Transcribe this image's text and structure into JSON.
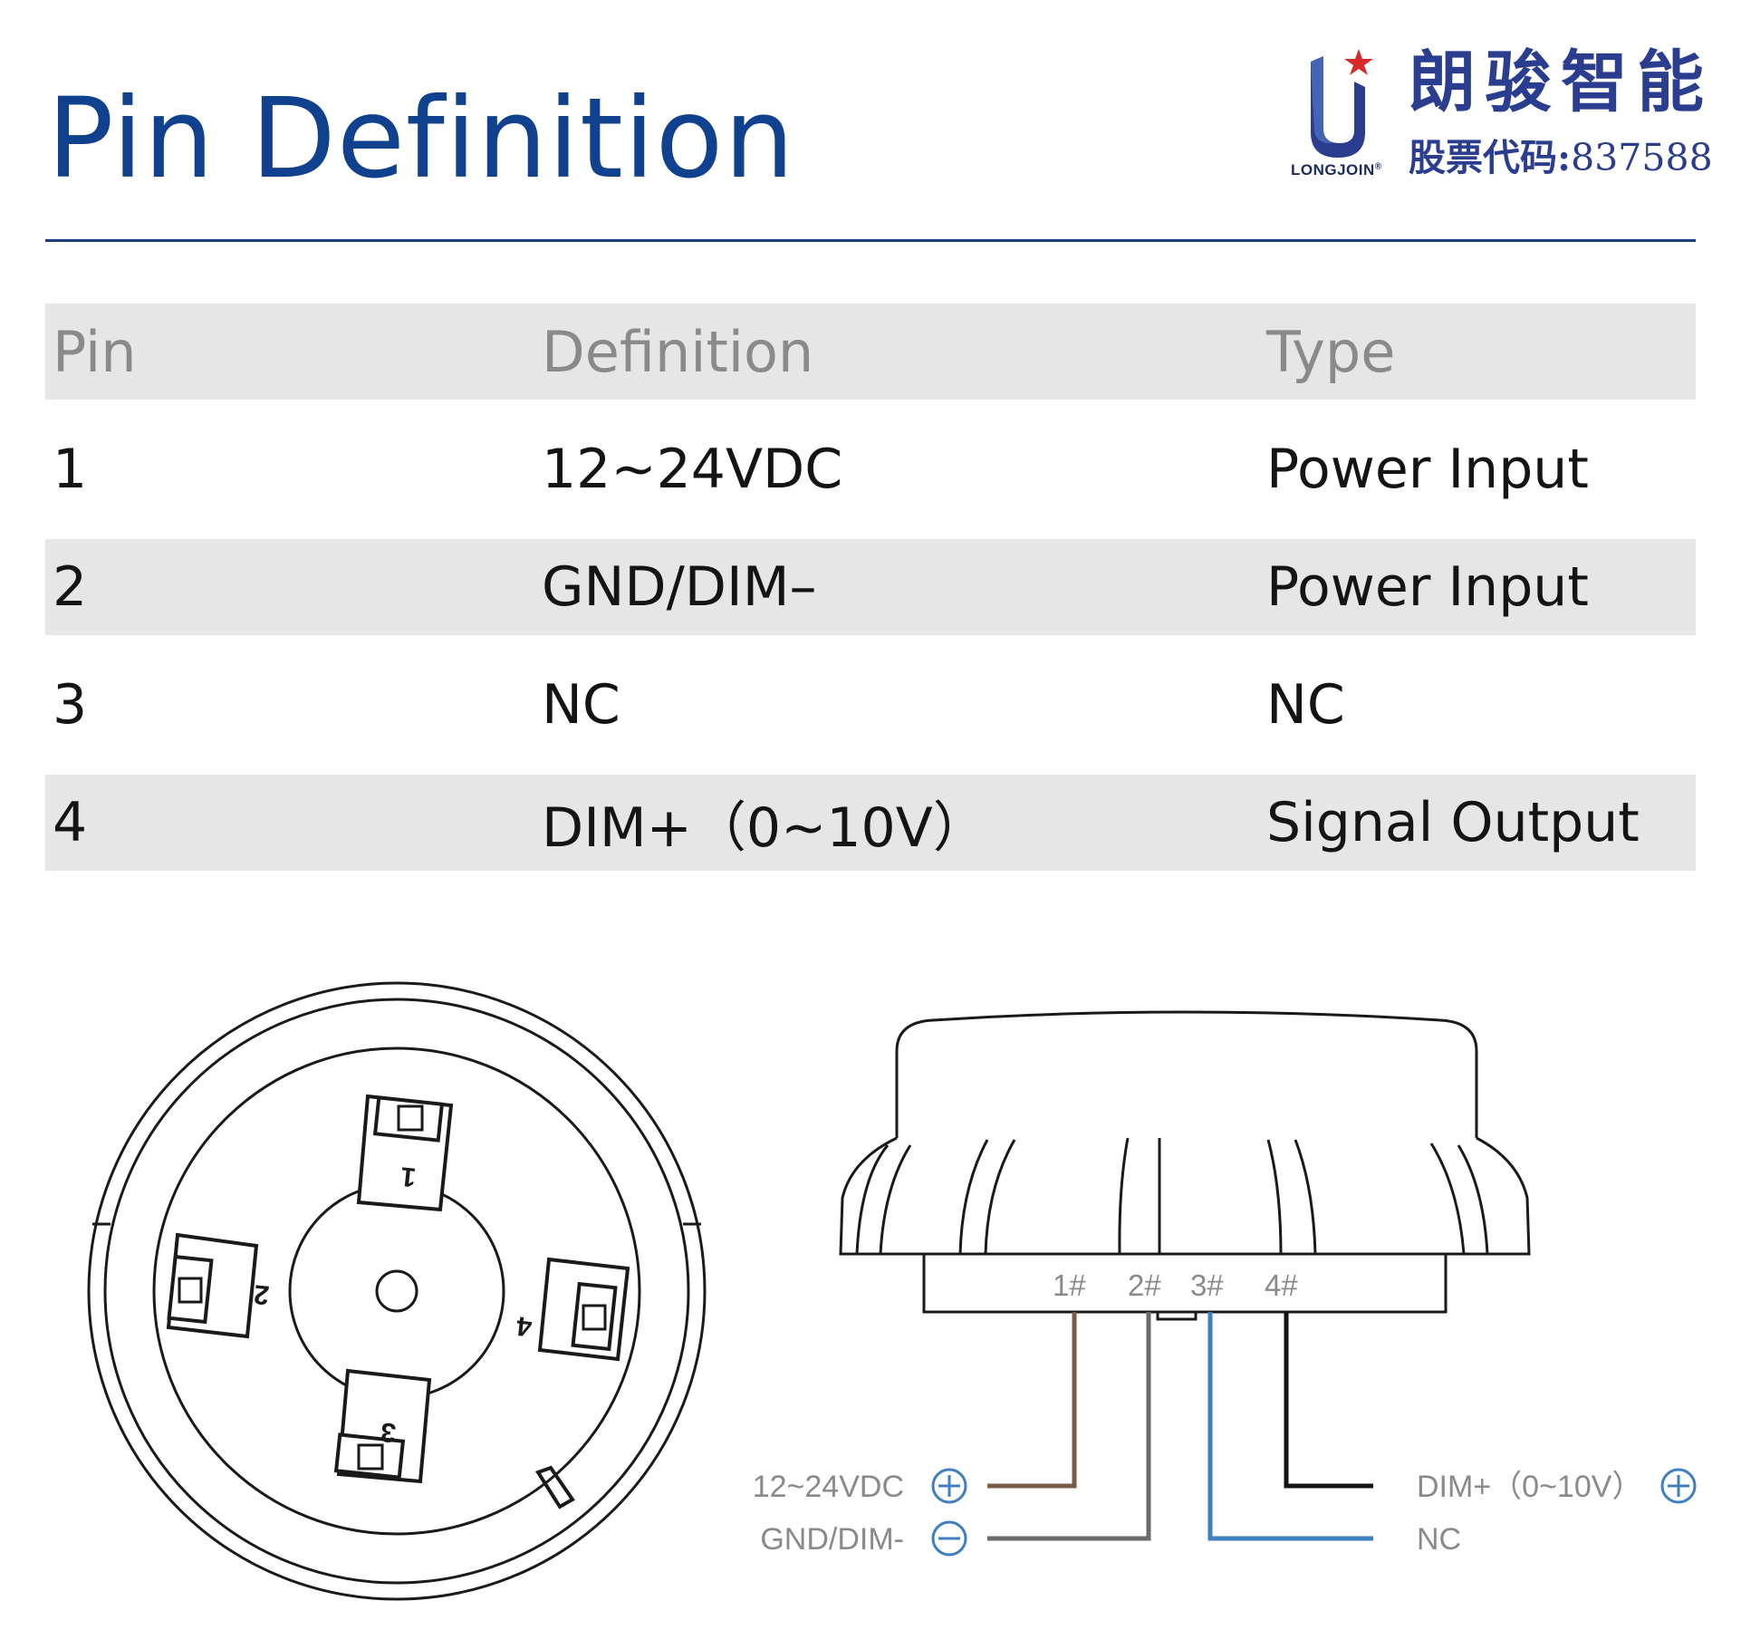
{
  "header": {
    "title": "Pin Definition",
    "logo": {
      "brand_en": "LONGJOIN",
      "registered_mark": "®",
      "brand_cn": "朗骏智能",
      "stock_label": "股票代码:",
      "stock_code": "837588",
      "icon": "longjoin-u-star-logo-icon"
    }
  },
  "table": {
    "columns": [
      "Pin",
      "Definition",
      "Type"
    ],
    "rows": [
      {
        "pin": "1",
        "definition": "12~24VDC",
        "type": "Power Input"
      },
      {
        "pin": "2",
        "definition": "GND/DIM–",
        "type": "Power Input"
      },
      {
        "pin": "3",
        "definition": "NC",
        "type": "NC"
      },
      {
        "pin": "4",
        "definition": "DIM+（0~10V）",
        "type": "Signal Output"
      }
    ]
  },
  "bottom_view": {
    "pad_labels": [
      "1",
      "2",
      "3",
      "4"
    ]
  },
  "side_view": {
    "terminal_labels": [
      "1#",
      "2#",
      "3#",
      "4#"
    ],
    "wires": [
      {
        "label": "12~24VDC",
        "symbol": "plus-icon",
        "color": "#7a5c44"
      },
      {
        "label": "GND/DIM-",
        "symbol": "minus-icon",
        "color": "#6b6b6b"
      },
      {
        "label": "DIM+（0~10V）",
        "symbol": "plus-icon",
        "color": "#141414"
      },
      {
        "label": "NC",
        "symbol": "",
        "color": "#3f7fc1"
      }
    ]
  },
  "colors": {
    "title_blue": "#10418e",
    "rule_blue": "#1c3f7c",
    "row_grey": "#e6e6e6",
    "header_text_grey": "#8a8a8a",
    "logo_blue": "#2a3d8f",
    "logo_star_red": "#d62a2a",
    "label_grey": "#8a8a8a"
  }
}
